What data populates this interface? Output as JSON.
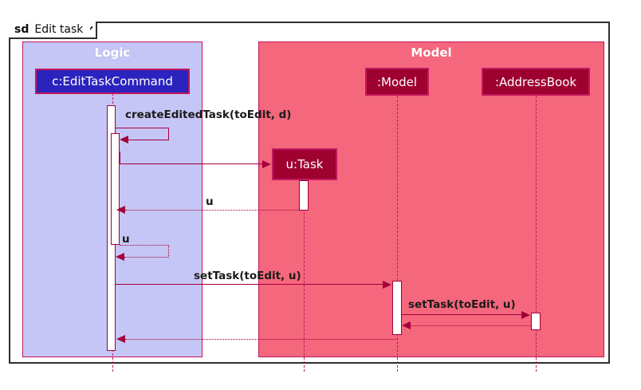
{
  "diagram": {
    "kind": "sequence-diagram",
    "frame": {
      "keyword": "sd",
      "title": "Edit task"
    },
    "colors": {
      "group_logic_fill": "#c5c6f5",
      "group_model_fill": "#f4677c",
      "group_border": "#c2185b",
      "actor_logic_fill": "#2b23bd",
      "actor_model_fill": "#9e0030",
      "actor_border": "#c2185b",
      "line": "#a3003c",
      "frame_border": "#2e2e2e",
      "background": "#ffffff"
    },
    "groups": [
      {
        "id": "logic",
        "label": "Logic"
      },
      {
        "id": "model",
        "label": "Model"
      }
    ],
    "participants": [
      {
        "id": "editTaskCommand",
        "label": "c:EditTaskCommand",
        "group": "logic"
      },
      {
        "id": "uTask",
        "label": "u:Task",
        "group": "model"
      },
      {
        "id": "model",
        "label": ":Model",
        "group": "model"
      },
      {
        "id": "addressBook",
        "label": ":AddressBook",
        "group": "model"
      }
    ],
    "messages": [
      {
        "id": "m1",
        "label": "createEditedTask(toEdit, d)",
        "from": "editTaskCommand",
        "to": "editTaskCommand",
        "type": "self-call",
        "style": "solid"
      },
      {
        "id": "m2",
        "label": "",
        "from": "editTaskCommand",
        "to": "uTask",
        "type": "create",
        "style": "solid"
      },
      {
        "id": "m3",
        "label": "u",
        "from": "uTask",
        "to": "editTaskCommand",
        "type": "return",
        "style": "dotted"
      },
      {
        "id": "m4",
        "label": "u",
        "from": "editTaskCommand",
        "to": "editTaskCommand",
        "type": "self-return",
        "style": "dotted"
      },
      {
        "id": "m5",
        "label": "setTask(toEdit, u)",
        "from": "editTaskCommand",
        "to": "model",
        "type": "call",
        "style": "solid"
      },
      {
        "id": "m6",
        "label": "setTask(toEdit, u)",
        "from": "model",
        "to": "addressBook",
        "type": "call",
        "style": "solid"
      },
      {
        "id": "m7",
        "label": "",
        "from": "addressBook",
        "to": "model",
        "type": "return",
        "style": "dotted"
      },
      {
        "id": "m8",
        "label": "",
        "from": "model",
        "to": "editTaskCommand",
        "type": "return",
        "style": "dotted"
      }
    ]
  }
}
